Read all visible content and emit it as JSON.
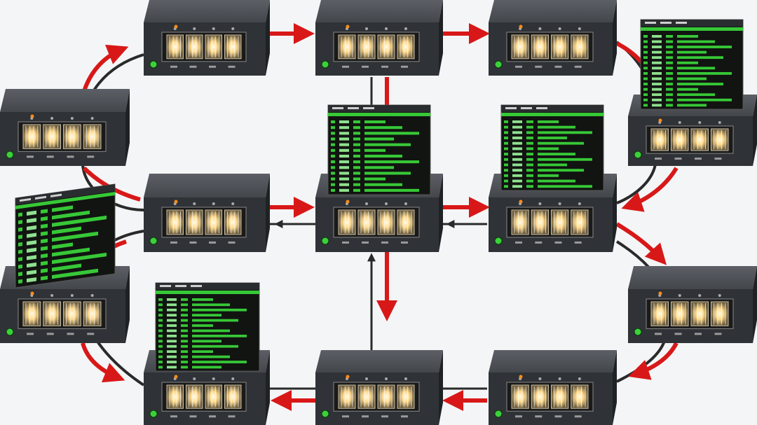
{
  "colors": {
    "background": "#f4f5f6",
    "switch_top": "#52565b",
    "switch_front": "#2f3236",
    "switch_side": "#1f2225",
    "port_glow": "#ffe6a8",
    "led_green": "#3bd13b",
    "led_orange": "#ff8c1a",
    "arrow_red": "#d81818",
    "cable_black": "#2a2a2a",
    "terminal_bg": "#111411",
    "terminal_green": "#37c837",
    "terminal_header": "#2a2d2f"
  },
  "diagram": {
    "switches": [
      {
        "id": "sw-top-1",
        "ports": 4
      },
      {
        "id": "sw-top-2",
        "ports": 4
      },
      {
        "id": "sw-top-3",
        "ports": 4
      },
      {
        "id": "sw-left-1",
        "ports": 4
      },
      {
        "id": "sw-mid-left",
        "ports": 4
      },
      {
        "id": "sw-center",
        "ports": 4
      },
      {
        "id": "sw-mid-right",
        "ports": 4
      },
      {
        "id": "sw-right-1",
        "ports": 4
      },
      {
        "id": "sw-left-2",
        "ports": 4
      },
      {
        "id": "sw-right-2",
        "ports": 4
      },
      {
        "id": "sw-bottom-1",
        "ports": 4
      },
      {
        "id": "sw-bottom-2",
        "ports": 4
      },
      {
        "id": "sw-bottom-3",
        "ports": 4
      }
    ],
    "terminals": [
      {
        "id": "term-top-right",
        "lines": 14
      },
      {
        "id": "term-center-left",
        "lines": 13
      },
      {
        "id": "term-center-right",
        "lines": 13
      },
      {
        "id": "term-left-curled",
        "lines": 10
      },
      {
        "id": "term-bottom-left",
        "lines": 14
      }
    ],
    "arrow_directions": [
      "right",
      "right",
      "left",
      "down",
      "up",
      "right",
      "down-right",
      "down-left",
      "up-left",
      "up-right"
    ]
  }
}
